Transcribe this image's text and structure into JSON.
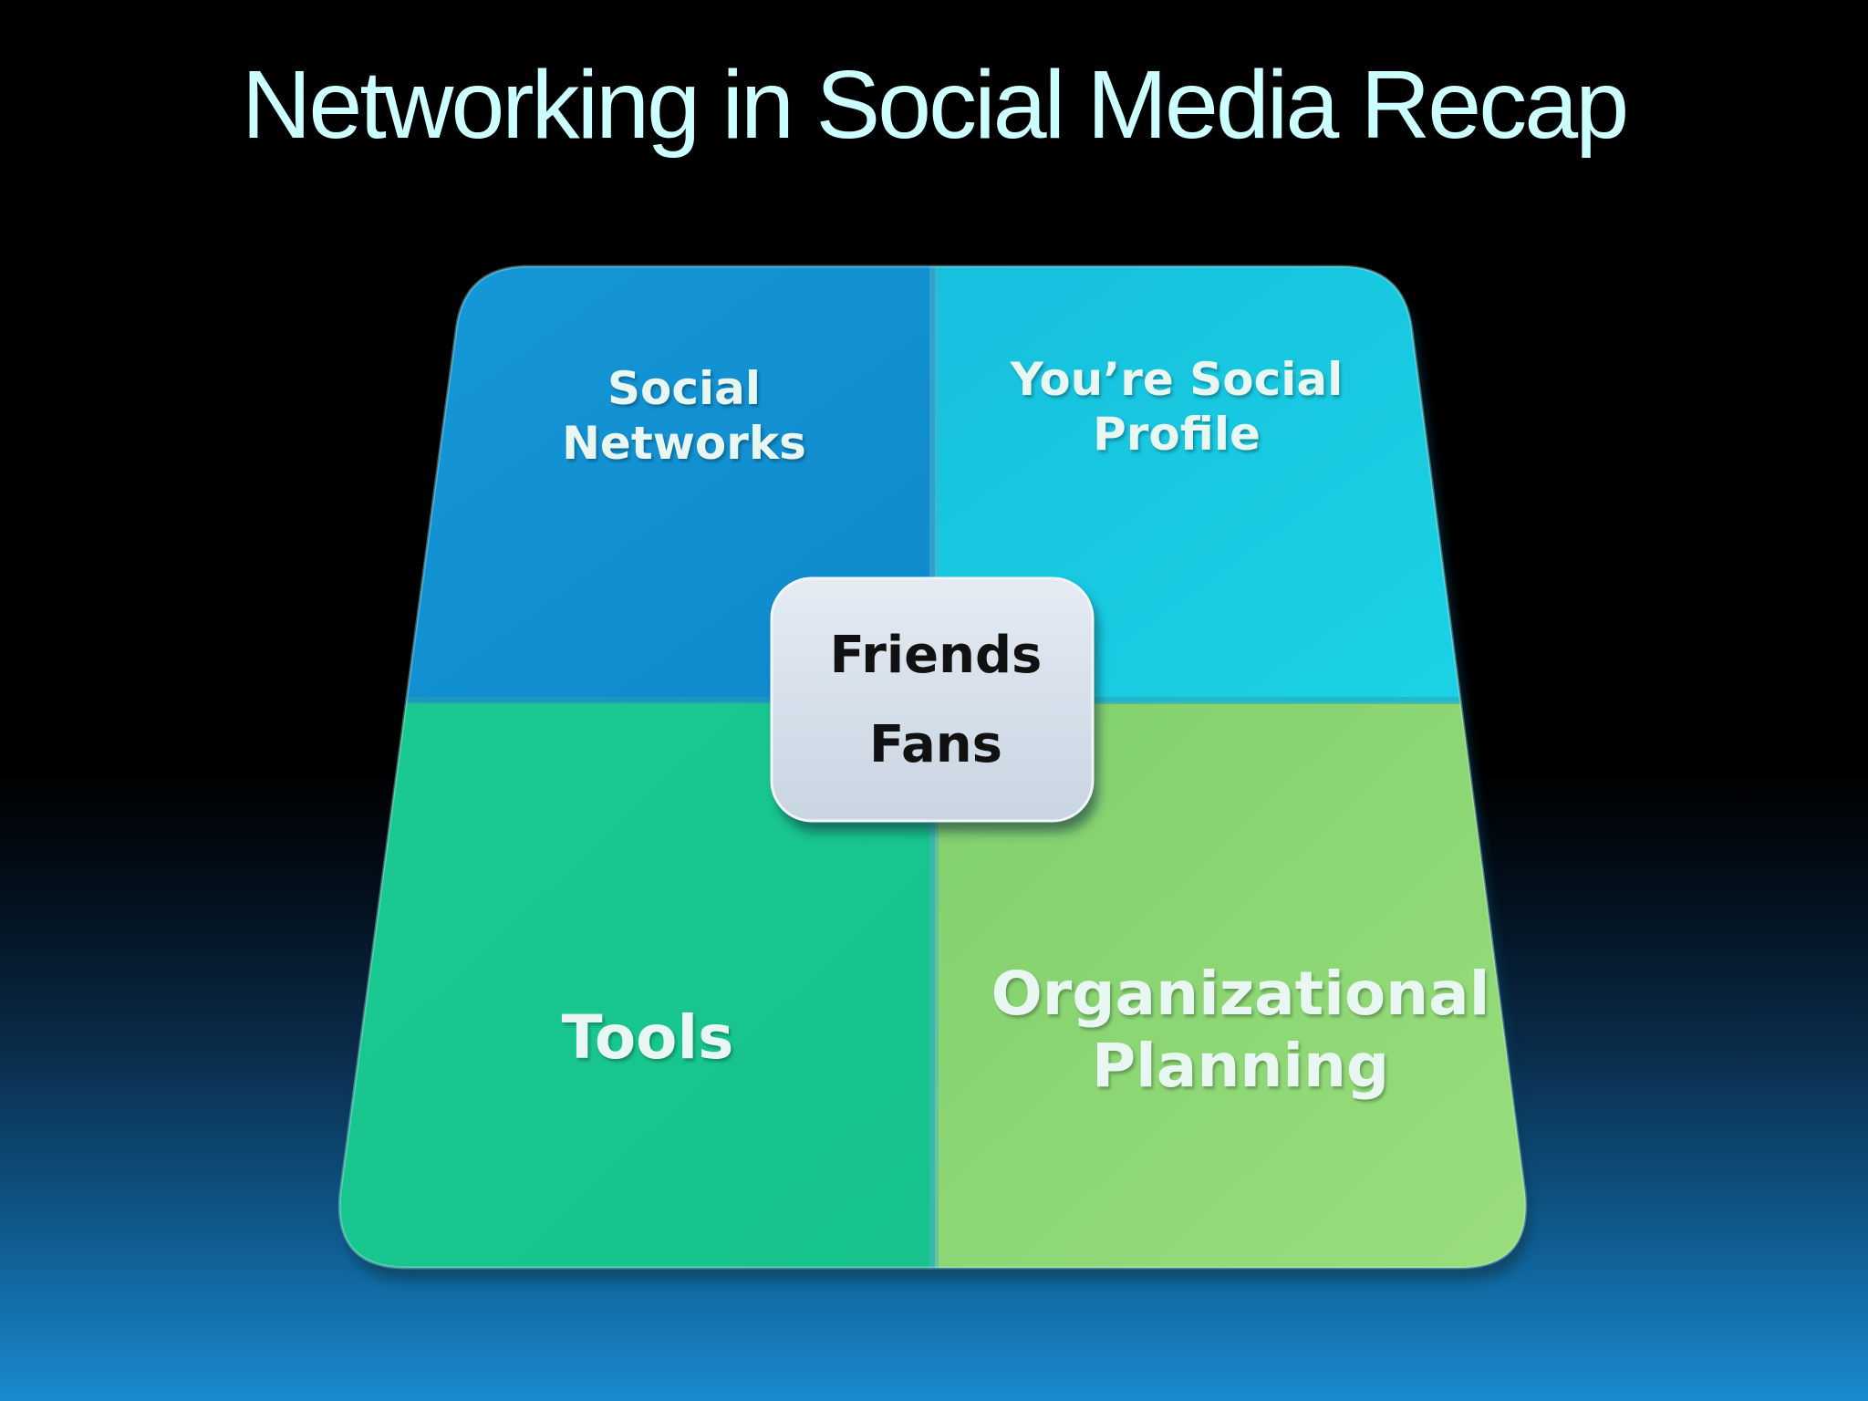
{
  "title": "Networking in Social Media Recap",
  "diagram": {
    "quadrants": [
      {
        "label_lines": [
          "Social",
          "Networks"
        ],
        "color": "#1391d6"
      },
      {
        "label_lines": [
          "You’re Social",
          "Profile"
        ],
        "color": "#17c8e0"
      },
      {
        "label_lines": [
          "Tools"
        ],
        "color": "#19c895"
      },
      {
        "label_lines": [
          "Organizational",
          "Planning"
        ],
        "color": "#8dd574"
      }
    ],
    "center": {
      "lines": [
        "Friends",
        "Fans"
      ],
      "color": "#d9e3ee"
    }
  }
}
